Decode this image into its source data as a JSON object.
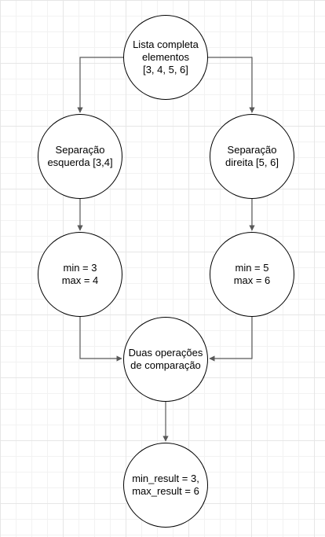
{
  "nodes": {
    "root": {
      "label": "Lista completa\nelementos\n[3, 4, 5, 6]"
    },
    "split_left": {
      "label": "Separação\nesquerda [3,4]"
    },
    "split_right": {
      "label": "Separação\ndireita [5, 6]"
    },
    "minmax_left": {
      "label": "min = 3\nmax = 4"
    },
    "minmax_right": {
      "label": "min = 5\nmax = 6"
    },
    "compare": {
      "label": "Duas operações\nde comparação"
    },
    "result": {
      "label": "min_result = 3,\nmax_result = 6"
    }
  },
  "edges": [
    {
      "from": "root",
      "to": "split_left"
    },
    {
      "from": "root",
      "to": "split_right"
    },
    {
      "from": "split_left",
      "to": "minmax_left"
    },
    {
      "from": "split_right",
      "to": "minmax_right"
    },
    {
      "from": "minmax_left",
      "to": "compare"
    },
    {
      "from": "minmax_right",
      "to": "compare"
    },
    {
      "from": "compare",
      "to": "result"
    }
  ],
  "colors": {
    "stroke": "#000000",
    "edge": "#595959",
    "grid": "#e6e6e6",
    "fill": "#ffffff"
  }
}
